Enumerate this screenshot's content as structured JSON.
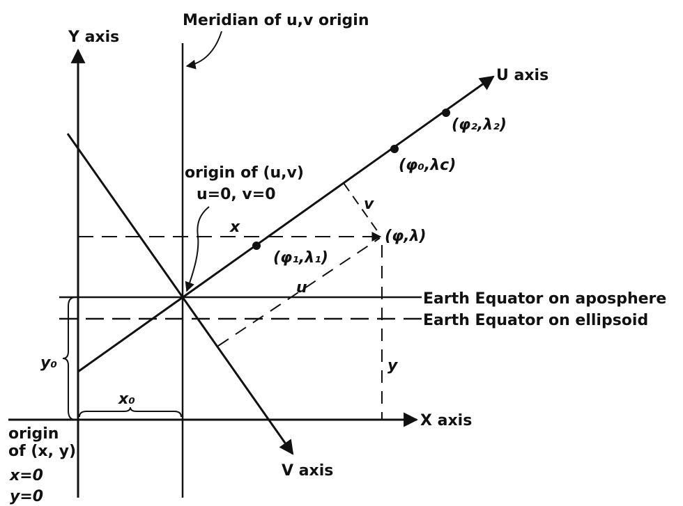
{
  "labels": {
    "meridian": "Meridian of u,v origin",
    "y_axis": "Y axis",
    "u_axis": "U axis",
    "x_axis": "X axis",
    "v_axis": "V axis",
    "origin_uv": "origin of (u,v)",
    "origin_uv_values": "u=0, v=0",
    "origin_xy_line1": "origin",
    "origin_xy_line2": "of (x, y)",
    "origin_xy_x": "x=0",
    "origin_xy_y": "y=0",
    "equator_aposphere": "Earth Equator on aposphere",
    "equator_ellipsoid": "Earth Equator on ellipsoid",
    "x_coord": "x",
    "y_coord": "y",
    "x0": "x₀",
    "y0": "y₀",
    "u_dist": "u",
    "v_dist": "v",
    "point_general": "(φ,λ)",
    "point_1": "(φ₁,λ₁)",
    "point_0": "(φ₀,λc)",
    "point_2": "(φ₂,λ₂)"
  }
}
